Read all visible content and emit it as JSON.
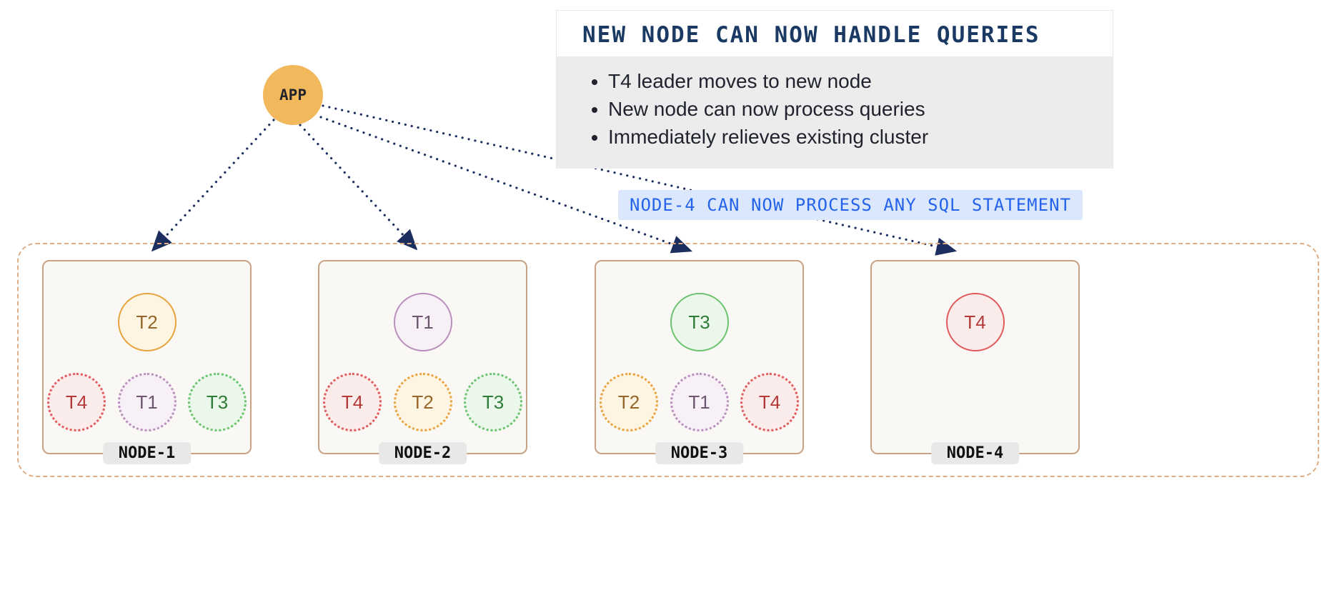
{
  "app": {
    "label": "APP"
  },
  "info_box": {
    "title": "NEW NODE CAN NOW HANDLE QUERIES",
    "bullets": [
      "T4 leader moves to new node",
      "New node can now process queries",
      "Immediately relieves existing cluster"
    ]
  },
  "callout": {
    "text": "NODE-4 CAN NOW PROCESS ANY SQL STATEMENT"
  },
  "cluster": {
    "nodes": [
      {
        "label": "NODE-1",
        "leader": {
          "id": "T2",
          "color": "orange"
        },
        "replicas": [
          {
            "id": "T4",
            "color": "red"
          },
          {
            "id": "T1",
            "color": "purple"
          },
          {
            "id": "T3",
            "color": "green"
          }
        ]
      },
      {
        "label": "NODE-2",
        "leader": {
          "id": "T1",
          "color": "purple"
        },
        "replicas": [
          {
            "id": "T4",
            "color": "red"
          },
          {
            "id": "T2",
            "color": "orange"
          },
          {
            "id": "T3",
            "color": "green"
          }
        ]
      },
      {
        "label": "NODE-3",
        "leader": {
          "id": "T3",
          "color": "green"
        },
        "replicas": [
          {
            "id": "T2",
            "color": "orange"
          },
          {
            "id": "T1",
            "color": "purple"
          },
          {
            "id": "T4",
            "color": "red"
          }
        ]
      },
      {
        "label": "NODE-4",
        "leader": {
          "id": "T4",
          "color": "red"
        },
        "replicas": []
      }
    ]
  },
  "colors": {
    "arrow_navy": "#1c2e5e",
    "app_fill": "#f2b85c",
    "callout_bg": "#dbe7fd",
    "callout_text": "#2563eb",
    "cluster_border": "#dfae86",
    "node_border": "#c8a284",
    "red": "#e05b5b",
    "orange": "#e7a33d",
    "purple": "#b98fbc",
    "green": "#6cc36f"
  }
}
